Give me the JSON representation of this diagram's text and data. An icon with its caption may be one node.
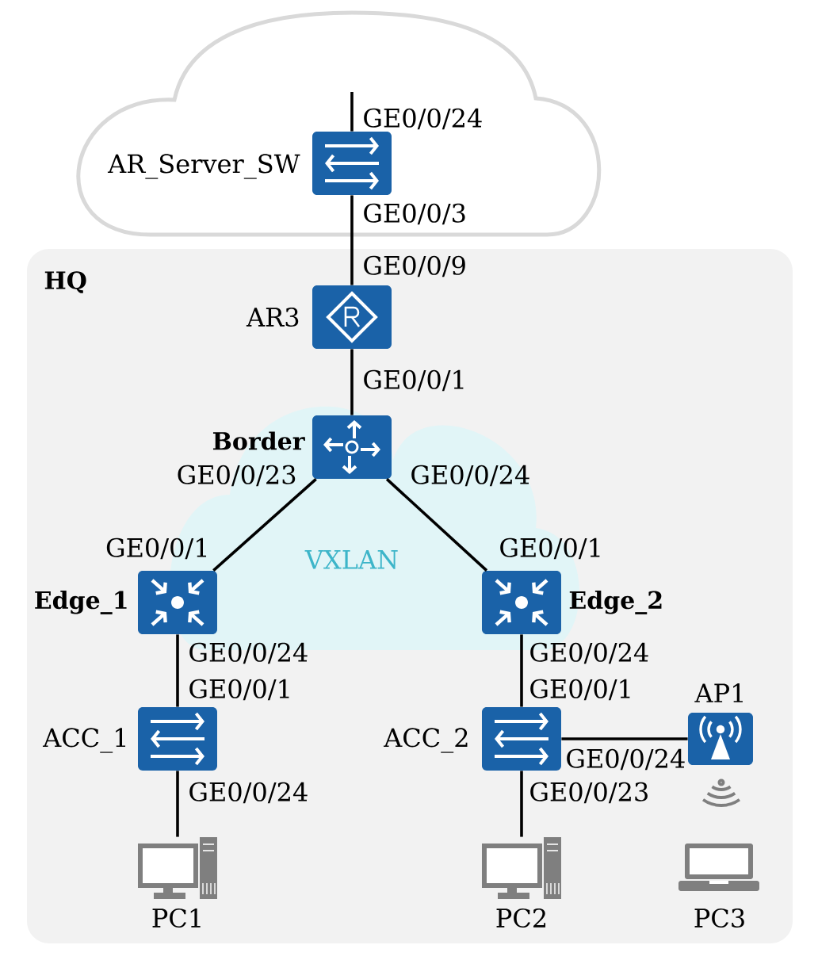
{
  "diagram": {
    "nodes": [
      {
        "text": [],
        "shape": "cloud"
      },
      {
        "text": [
          "AR_Server_SW"
        ],
        "in": 0,
        "beside": [
          "GE0/0/24",
          "GE0/0/3"
        ]
      },
      {
        "text": [
          "HQ"
        ]
      },
      {
        "text": [
          "AR3"
        ],
        "in": 2,
        "beside": [
          "GE0/0/9",
          "GE0/0/1"
        ]
      },
      {
        "text": [
          "Border"
        ],
        "in": 5,
        "beside": [
          "GE0/0/23",
          "GE0/0/24"
        ]
      },
      {
        "text": [
          "VXLAN"
        ],
        "in": 2
      },
      {
        "text": [
          "Edge_1"
        ],
        "in": 2,
        "beside": [
          "GE0/0/1",
          "GE0/0/24"
        ]
      },
      {
        "text": [
          "Edge_2"
        ],
        "in": 5,
        "beside": [
          "GE0/0/1",
          "GE0/0/24"
        ]
      },
      {
        "text": [
          "ACC_1"
        ],
        "in": 2,
        "beside": [
          "GE0/0/1",
          "GE0/0/24"
        ]
      },
      {
        "text": [
          "ACC_2"
        ],
        "in": 2,
        "beside": [
          "GE0/0/1",
          "GE0/0/24",
          "GE0/0/23"
        ]
      },
      {
        "text": [
          "AP1"
        ],
        "in": 2
      },
      {
        "text": [
          "PC1"
        ],
        "in": 2
      },
      {
        "text": [
          "PC2"
        ],
        "in": 2
      },
      {
        "text": [
          "PC3"
        ],
        "in": 2
      }
    ],
    "edges": [
      {
        "from": 1,
        "to": null,
        "arrow": "none"
      },
      {
        "from": 1,
        "to": 3,
        "arrow": "none"
      },
      {
        "from": 3,
        "to": 4,
        "arrow": "none"
      },
      {
        "from": 4,
        "to": 6,
        "arrow": "none"
      },
      {
        "from": 4,
        "to": 7,
        "arrow": "none"
      },
      {
        "from": 6,
        "to": 8,
        "arrow": "none"
      },
      {
        "from": 7,
        "to": 9,
        "arrow": "none"
      },
      {
        "from": 9,
        "to": 10,
        "arrow": "none"
      },
      {
        "from": 8,
        "to": 11,
        "arrow": "none"
      },
      {
        "from": 9,
        "to": 12,
        "arrow": "none"
      }
    ]
  }
}
